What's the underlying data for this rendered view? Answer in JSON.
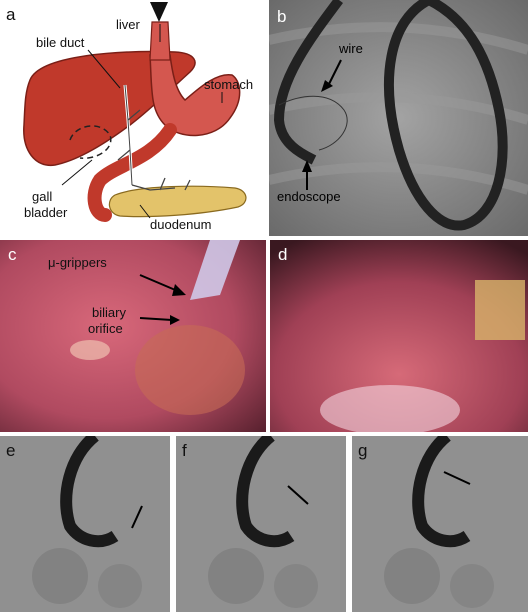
{
  "panels": {
    "a": {
      "label": "a",
      "annotations": {
        "liver": "liver",
        "bile_duct": "bile duct",
        "stomach": "stomach",
        "gall_bladder_line1": "gall",
        "gall_bladder_line2": "bladder",
        "duodenum": "duodenum"
      }
    },
    "b": {
      "label": "b",
      "annotations": {
        "wire": "wire",
        "endoscope": "endoscope"
      }
    },
    "c": {
      "label": "c",
      "annotations": {
        "grippers": "μ-grippers",
        "biliary_line1": "biliary",
        "biliary_line2": "orifice"
      }
    },
    "d": {
      "label": "d"
    },
    "e": {
      "label": "e"
    },
    "f": {
      "label": "f"
    },
    "g": {
      "label": "g"
    }
  },
  "colors": {
    "liver": "#c0392b",
    "stomach": "#d4574f",
    "pancreas": "#e3c36a",
    "xray_bg": "#8a8a8a",
    "tissue": "#c0506a"
  },
  "icons": [
    "down-arrow-icon",
    "pointer-arrow-icon"
  ]
}
